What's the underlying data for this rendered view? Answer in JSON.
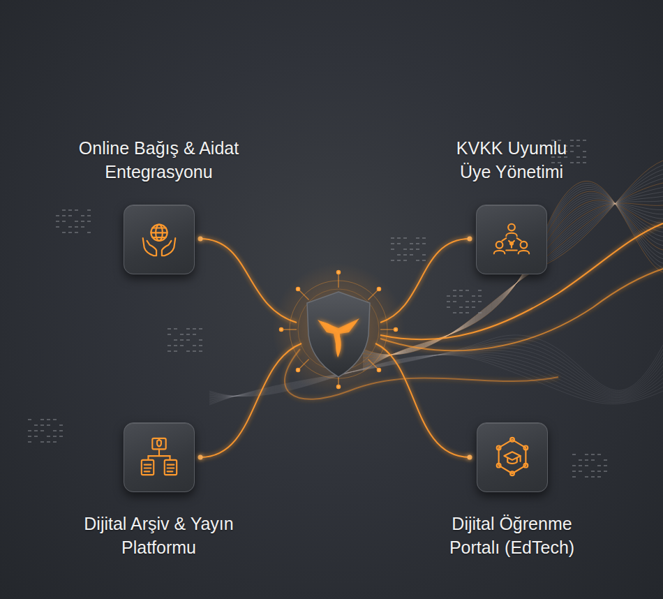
{
  "diagram": {
    "nodes": [
      {
        "text": [
          "Online Bağış & Aidat Entegrasyonu"
        ]
      },
      {
        "text": [
          "KVKK Uyumlu Üye Yönetimi"
        ]
      },
      {
        "text": [
          "Dijital Arşiv & Yayın Platformu"
        ]
      },
      {
        "text": [
          "Dijital Öğrenme Portalı (EdTech)"
        ]
      }
    ]
  }
}
